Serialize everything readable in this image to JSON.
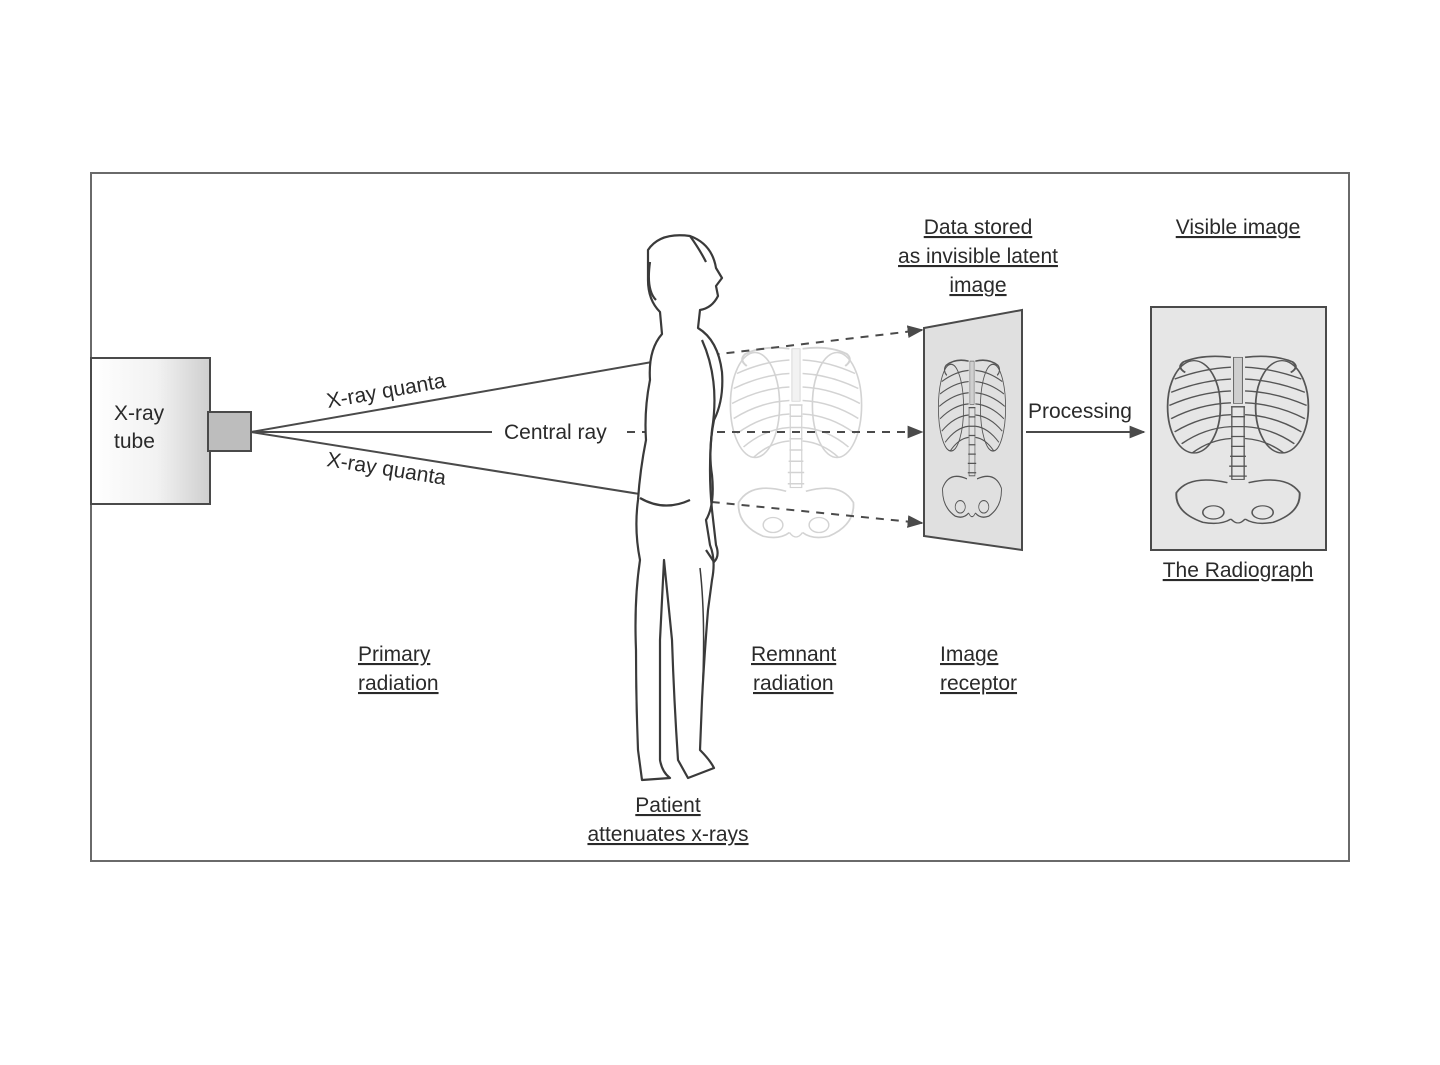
{
  "labels": {
    "xray_tube": [
      "X-ray",
      "tube"
    ],
    "xray_quanta_top": "X-ray quanta",
    "xray_quanta_bottom": "X-ray quanta",
    "central_ray": "Central ray",
    "processing": "Processing",
    "data_stored": [
      "Data stored",
      "as invisible latent",
      "image"
    ],
    "visible_image": "Visible image",
    "the_radiograph": "The Radiograph",
    "primary_radiation": [
      "Primary",
      "radiation"
    ],
    "remnant_radiation": [
      "Remnant",
      "radiation"
    ],
    "image_receptor": [
      "Image",
      "receptor"
    ],
    "patient": [
      "Patient",
      "attenuates x-rays"
    ]
  },
  "colors": {
    "line": "#4a4a4a",
    "text": "#2a2a2a",
    "receptor_fill": "#e0e0e0",
    "radiograph_fill": "#e6e6e6",
    "tube_nozzle": "#bdbdbd"
  },
  "icons": {
    "patient": "standing-person-figure",
    "skeleton": "torso-skeleton-icon"
  }
}
